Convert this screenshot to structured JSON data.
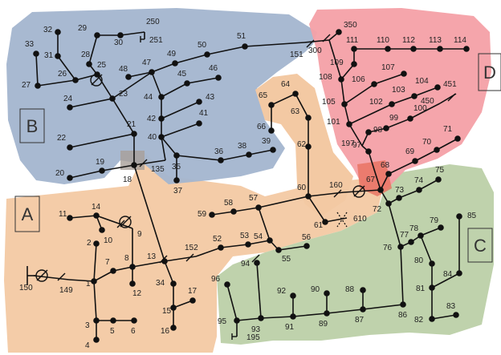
{
  "zones": [
    {
      "id": "A",
      "label": "A",
      "color": "#f3c9a3"
    },
    {
      "id": "B",
      "label": "B",
      "color": "#a3b5cf"
    },
    {
      "id": "C",
      "label": "C",
      "color": "#bcd0a8"
    },
    {
      "id": "D",
      "label": "D",
      "color": "#f4a0a6"
    }
  ],
  "nodes": [
    "1",
    "2",
    "3",
    "4",
    "5",
    "6",
    "7",
    "8",
    "9",
    "10",
    "11",
    "12",
    "13",
    "14",
    "15",
    "16",
    "17",
    "18",
    "19",
    "20",
    "21",
    "22",
    "23",
    "24",
    "25",
    "26",
    "27",
    "28",
    "29",
    "30",
    "31",
    "32",
    "33",
    "34",
    "35",
    "36",
    "37",
    "38",
    "39",
    "40",
    "41",
    "42",
    "43",
    "44",
    "45",
    "46",
    "47",
    "48",
    "49",
    "50",
    "51",
    "52",
    "53",
    "54",
    "55",
    "56",
    "57",
    "58",
    "59",
    "60",
    "61",
    "62",
    "63",
    "64",
    "65",
    "66",
    "67",
    "68",
    "69",
    "70",
    "71",
    "72",
    "73",
    "74",
    "75",
    "76",
    "77",
    "78",
    "79",
    "80",
    "81",
    "82",
    "83",
    "84",
    "85",
    "86",
    "87",
    "88",
    "89",
    "90",
    "91",
    "92",
    "93",
    "94",
    "95",
    "96",
    "97",
    "98",
    "99",
    "100",
    "101",
    "102",
    "103",
    "104",
    "105",
    "106",
    "107",
    "108",
    "109",
    "110",
    "111",
    "112",
    "113",
    "114",
    "135",
    "149",
    "150",
    "151",
    "152",
    "160",
    "195",
    "197",
    "250",
    "251",
    "300",
    "350",
    "450",
    "451",
    "610"
  ]
}
